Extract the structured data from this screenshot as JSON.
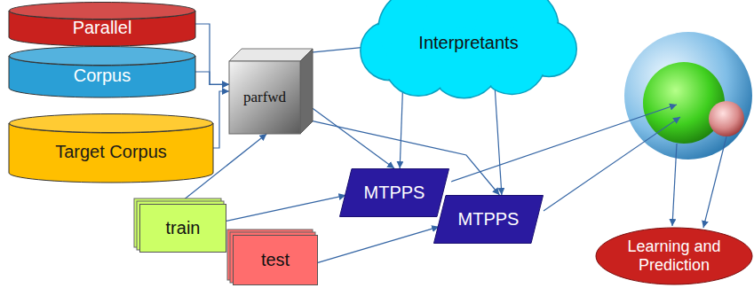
{
  "diagram": {
    "nodes": [
      {
        "text": [
          "Parallel"
        ]
      },
      {
        "text": [
          "Corpus"
        ]
      },
      {
        "text": [
          "Target Corpus"
        ]
      },
      {
        "text": [
          "parfwd"
        ]
      },
      {
        "text": [
          "Interpretants"
        ]
      },
      {
        "text": [
          "train"
        ]
      },
      {
        "text": [
          "test"
        ]
      },
      {
        "text": [
          "MTPPS"
        ]
      },
      {
        "text": [
          "MTPPS"
        ]
      },
      {
        "text": [
          "Learning and Prediction"
        ]
      }
    ],
    "edges": [
      {
        "from": 0,
        "to": 3,
        "arrow": "to"
      },
      {
        "from": 1,
        "to": 3,
        "arrow": "to"
      },
      {
        "from": 2,
        "to": 3,
        "arrow": "to"
      },
      {
        "from": 3,
        "to": 4,
        "arrow": "to"
      },
      {
        "from": 3,
        "to": 7,
        "arrow": "to"
      },
      {
        "from": 3,
        "to": 8,
        "arrow": "to"
      },
      {
        "from": 4,
        "to": 7,
        "arrow": "to"
      },
      {
        "from": 4,
        "to": 8,
        "arrow": "to"
      },
      {
        "from": 5,
        "to": 3,
        "arrow": "to"
      },
      {
        "from": 5,
        "to": 7,
        "arrow": "to"
      },
      {
        "from": 6,
        "to": 8,
        "arrow": "to"
      }
    ]
  }
}
